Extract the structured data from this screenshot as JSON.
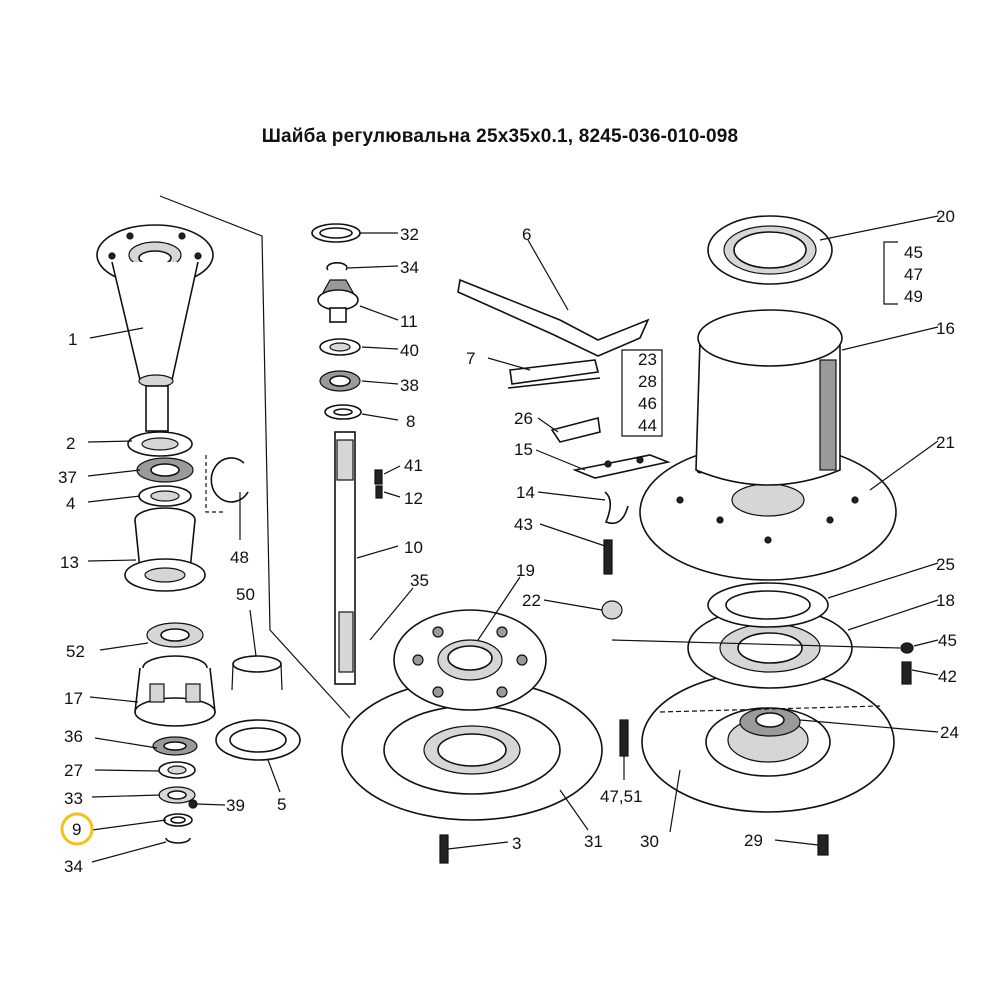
{
  "title": "Шайба регулювальна 25x35x0.1, 8245-036-010-098",
  "highlighted_part": "9",
  "highlight_color": "#f2c21b",
  "labels": {
    "p1": "1",
    "p2": "2",
    "p37": "37",
    "p4": "4",
    "p13": "13",
    "p52": "52",
    "p17": "17",
    "p36": "36",
    "p27": "27",
    "p33": "33",
    "p9": "9",
    "p34a": "34",
    "p39": "39",
    "p48": "48",
    "p50": "50",
    "p5": "5",
    "p32": "32",
    "p34b": "34",
    "p11": "11",
    "p40": "40",
    "p38": "38",
    "p8": "8",
    "p41": "41",
    "p12": "12",
    "p10": "10",
    "p35": "35",
    "p6": "6",
    "p7": "7",
    "p26": "26",
    "p15": "15",
    "p14": "14",
    "p43": "43",
    "p19": "19",
    "p22": "22",
    "p3": "3",
    "p31": "31",
    "p20": "20",
    "g1a": "45",
    "g1b": "47",
    "g1c": "49",
    "p16": "16",
    "g2a": "23",
    "g2b": "28",
    "g2c": "46",
    "g2d": "44",
    "p21": "21",
    "p25": "25",
    "p18": "18",
    "p45": "45",
    "p42": "42",
    "p24": "24",
    "p4751": "47,51",
    "p30": "30",
    "p29": "29"
  }
}
